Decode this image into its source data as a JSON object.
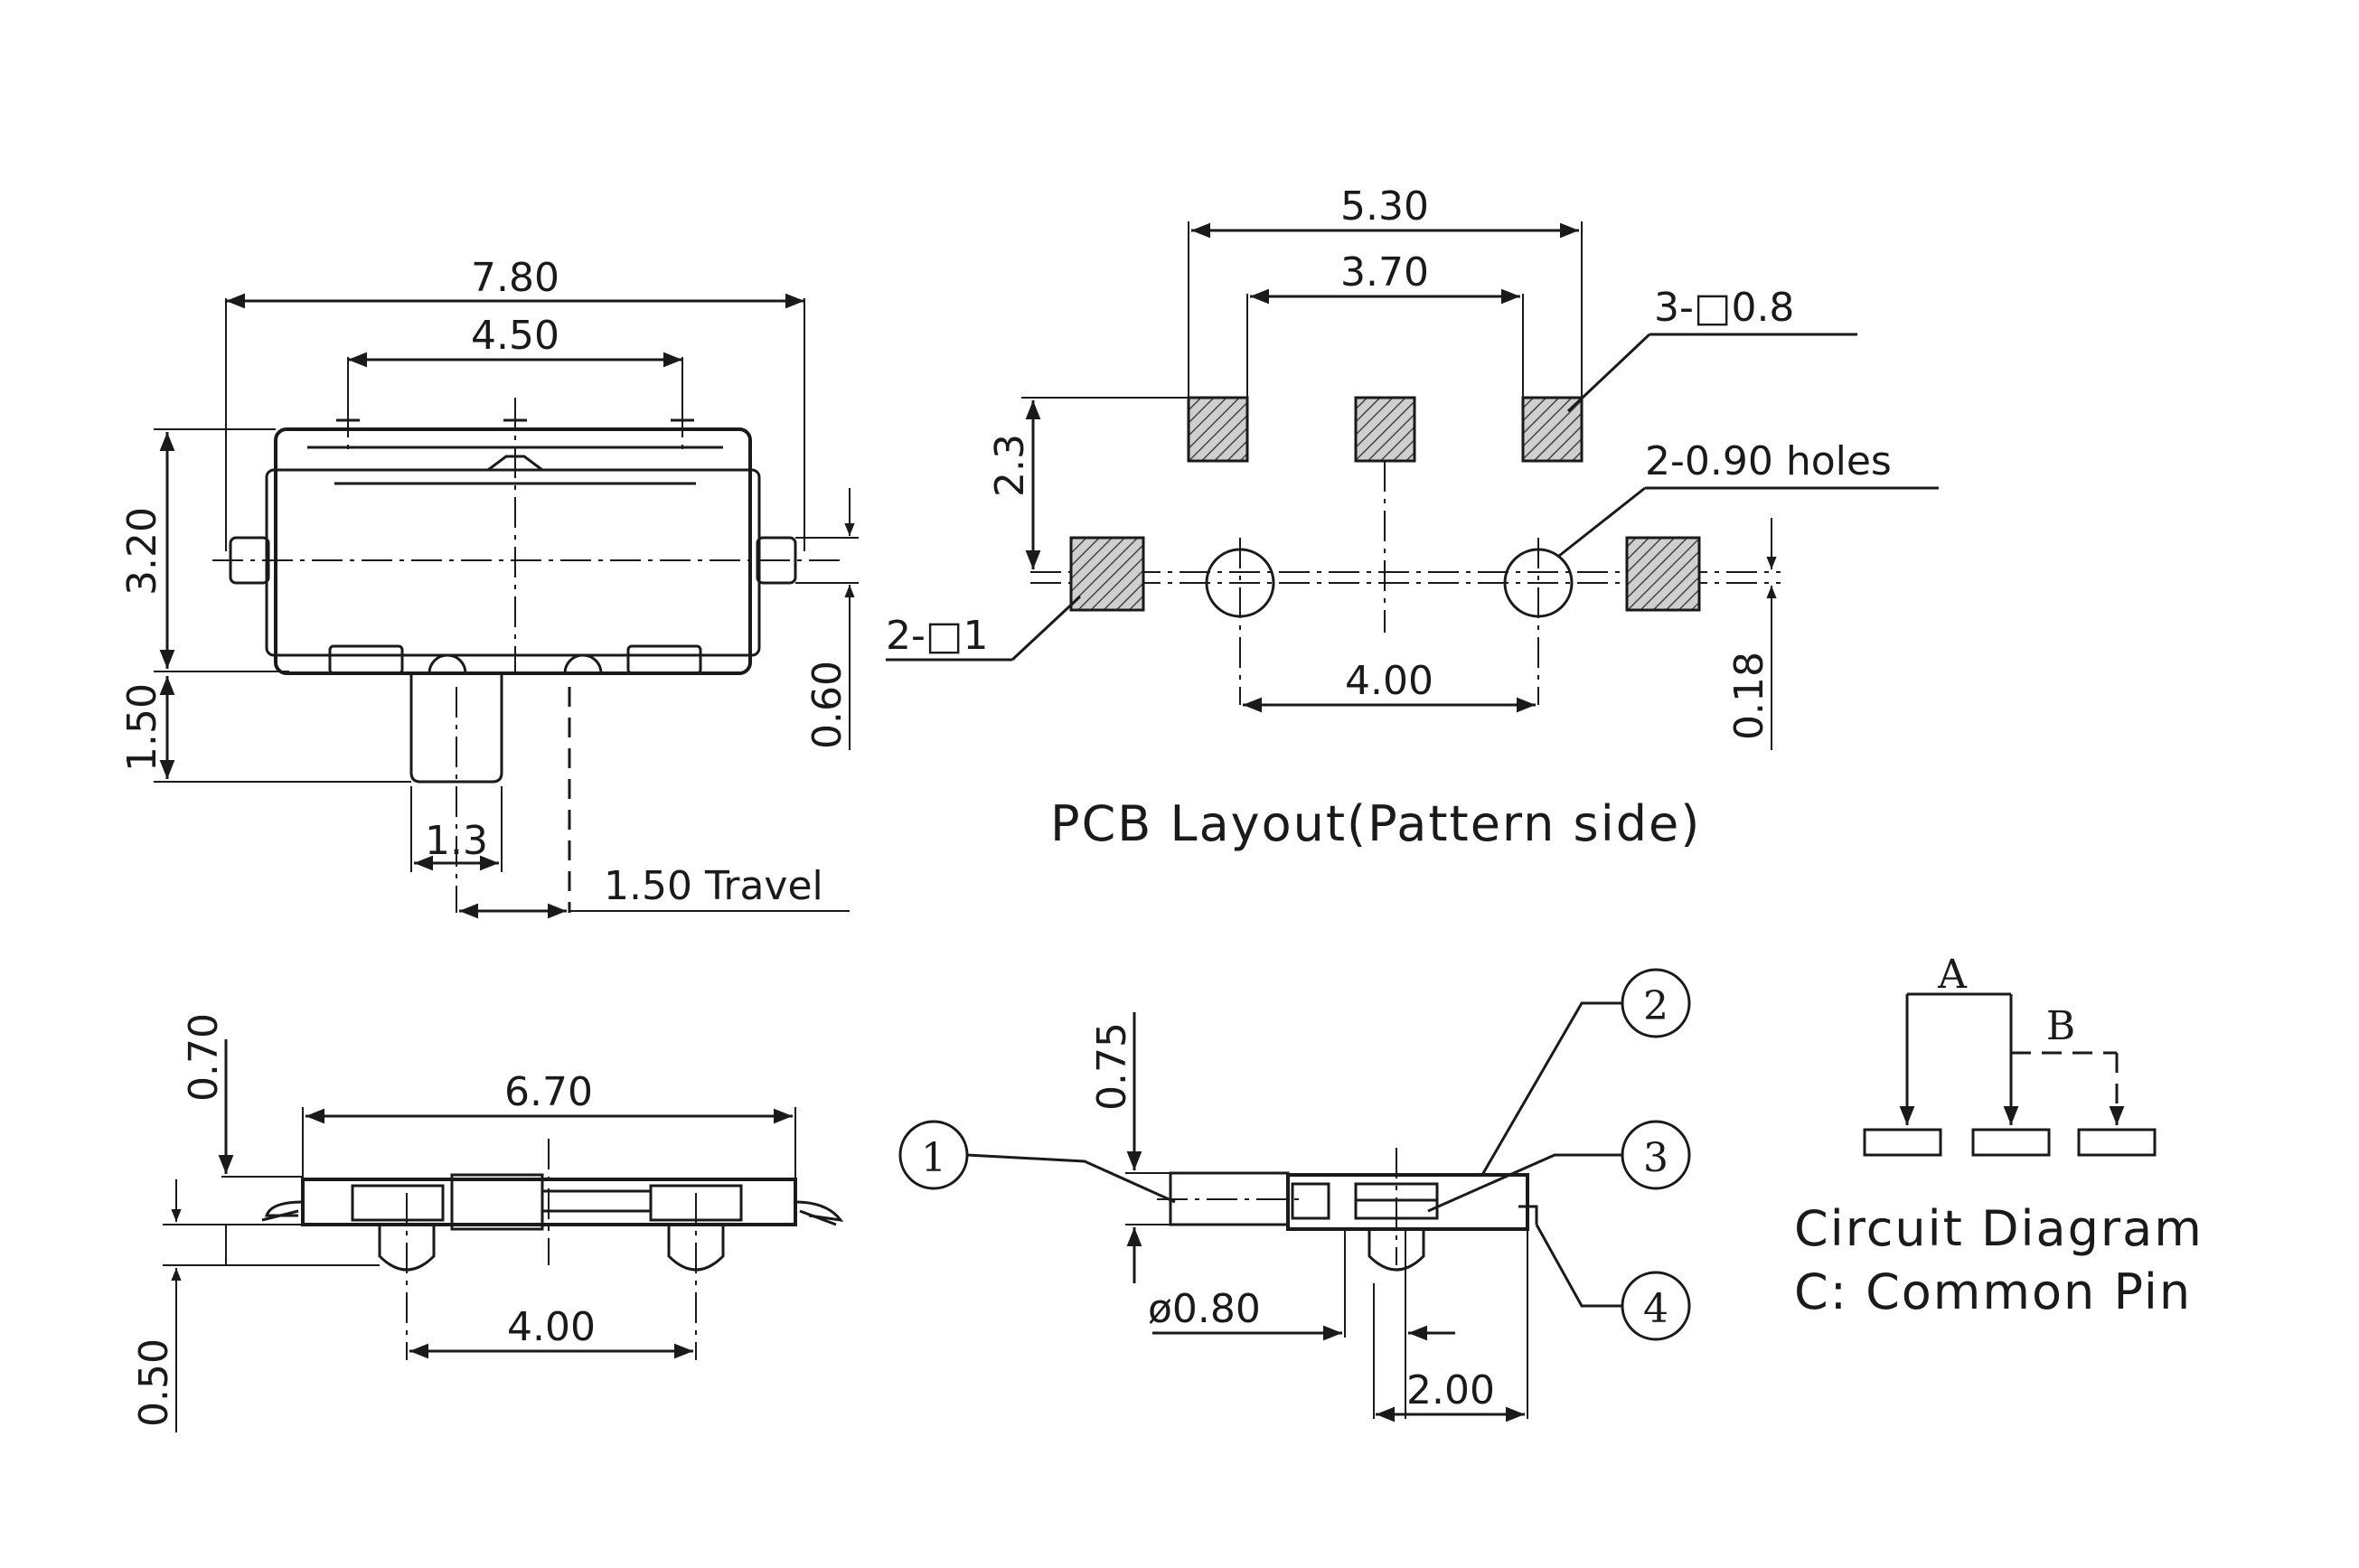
{
  "top_view": {
    "dim_overall_width": "7.80",
    "dim_pin_span": "4.50",
    "dim_height": "3.20",
    "dim_actuator": "1.50",
    "dim_actuator_width": "1.3",
    "dim_travel": "1.50 Travel",
    "dim_side": "0.60"
  },
  "pcb_layout": {
    "title": "PCB Layout(Pattern side)",
    "dim_outer_pads": "5.30",
    "dim_inner_pads": "3.70",
    "pad_note": "3-□0.8",
    "dim_row_offset": "2.3",
    "holes_note": "2-0.90 holes",
    "mount_pad_note": "2-□1",
    "dim_hole_span": "4.00",
    "dim_offset": "0.18"
  },
  "front_view": {
    "dim_top": "0.70",
    "dim_width": "6.70",
    "dim_peg_span": "4.00",
    "dim_bottom": "0.50"
  },
  "side_view": {
    "dim_height": "0.75",
    "dim_peg_dia": "ø0.80",
    "dim_length": "2.00",
    "callouts": [
      "1",
      "2",
      "3",
      "4"
    ]
  },
  "circuit": {
    "label_a": "A",
    "label_b": "B",
    "title": "Circuit Diagram",
    "note": "C: Common Pin"
  }
}
